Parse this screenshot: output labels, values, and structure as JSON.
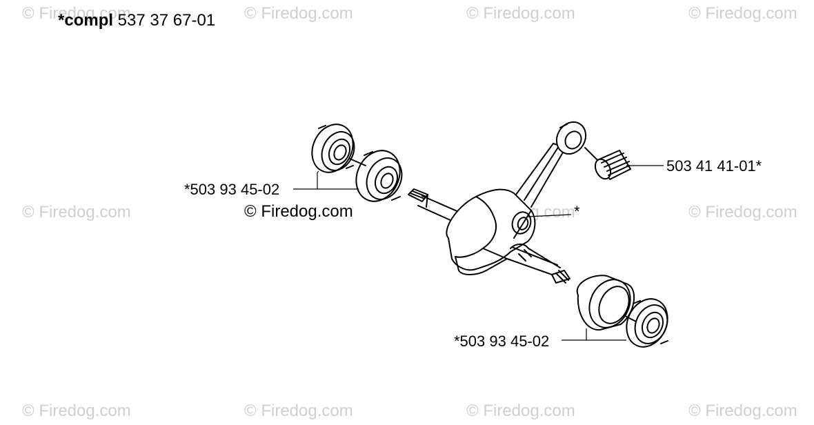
{
  "watermark": "© Firedog.com",
  "header": {
    "prefix": "*compl",
    "number": " 537 37 67-01"
  },
  "labels": {
    "bearing_left": "*503 93 45-02",
    "needle_bearing": "503 41 41-01*",
    "crankshaft": "*",
    "bearing_right": "*503 93 45-02"
  },
  "center_watermark": "© Firedog.com"
}
